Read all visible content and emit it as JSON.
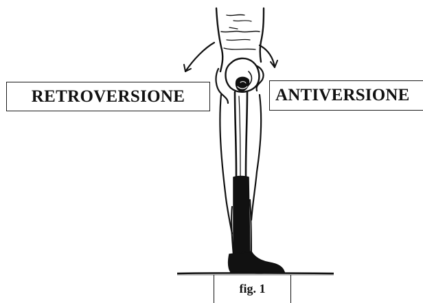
{
  "labels": {
    "retroversion": "RETROVERSIONE",
    "anteversion": "ANTIVERSIONE"
  },
  "caption": "fig. 1",
  "illustration": {
    "subject": "leg-with-prosthesis",
    "arrows": [
      "retroversion-arrow",
      "anteversion-arrow"
    ]
  },
  "colors": {
    "ink": "#111111",
    "paper": "#ffffff"
  }
}
